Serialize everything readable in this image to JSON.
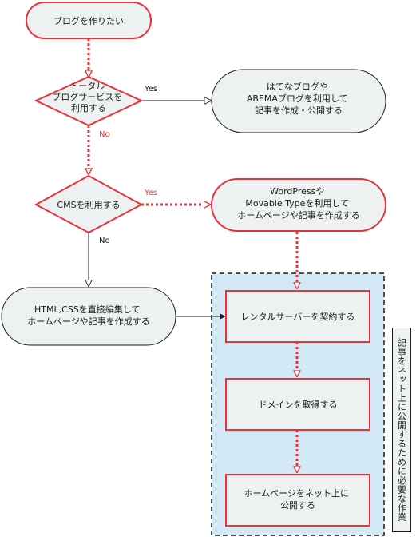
{
  "nodes": {
    "start": [
      "ブログを作りたい"
    ],
    "q_blog_service": [
      "トータル",
      "ブログサービスを",
      "利用する"
    ],
    "hatena_abema": [
      "はてなブログや",
      "ABEMAブログを利用して",
      "記事を作成・公開する"
    ],
    "q_cms": [
      "CMSを利用する"
    ],
    "wordpress_mt": [
      "WordPressや",
      "Movable Typeを利用して",
      "ホームページや記事を作成する"
    ],
    "html_css": [
      "HTML,CSSを直接編集して",
      "ホームページや記事を作成する"
    ],
    "rental_server": [
      "レンタルサーバーを契約する"
    ],
    "domain": [
      "ドメインを取得する"
    ],
    "publish": [
      "ホームページをネット上に",
      "公開する"
    ]
  },
  "edge_labels": {
    "yes_1": "Yes",
    "no_1": "No",
    "yes_2": "Yes",
    "no_2": "No"
  },
  "group_label": "記事をネット上に公開するために必要な作業",
  "colors": {
    "accent": "#e8333a",
    "node_fill": "#eef1f1",
    "group_fill": "#d3eaf6",
    "line": "#1a1a1a"
  }
}
